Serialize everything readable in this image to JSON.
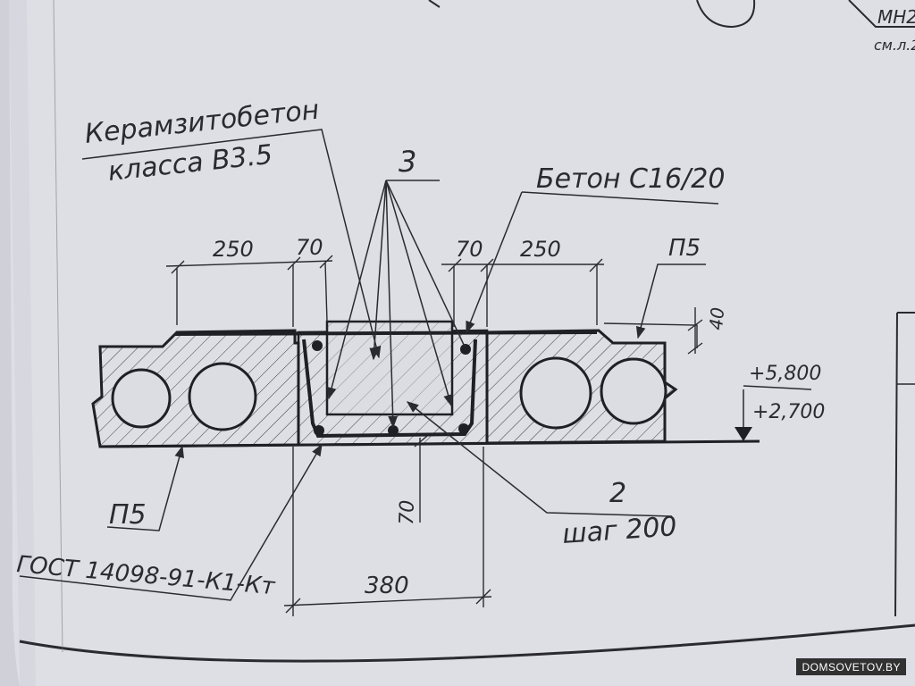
{
  "drawing": {
    "top_labels": {
      "mark_mn2": "МН2",
      "sheet_ref": "см.л.2"
    },
    "callouts": {
      "keramzit_line1": "Керамзитобетон",
      "keramzit_line2": "класса В3.5",
      "item_3": "3",
      "concrete": "Бетон С16/20",
      "slab_left": "П5",
      "slab_right": "П5",
      "mesh": "ГОСТ 14098-91-К1-Кт",
      "item_2": "2",
      "step": "шаг 200"
    },
    "dimensions": {
      "left_250": "250",
      "left_70": "70",
      "right_70": "70",
      "right_250": "250",
      "side_40": "40",
      "bottom_70": "70",
      "bottom_380": "380"
    },
    "elevations": {
      "upper": "+5,800",
      "lower": "+2,700"
    }
  },
  "watermark": "DOMSOVETOV.BY",
  "colors": {
    "paper": "#dcdde3",
    "ink": "#2a2a30",
    "page_edge": "#9a9ba5"
  }
}
